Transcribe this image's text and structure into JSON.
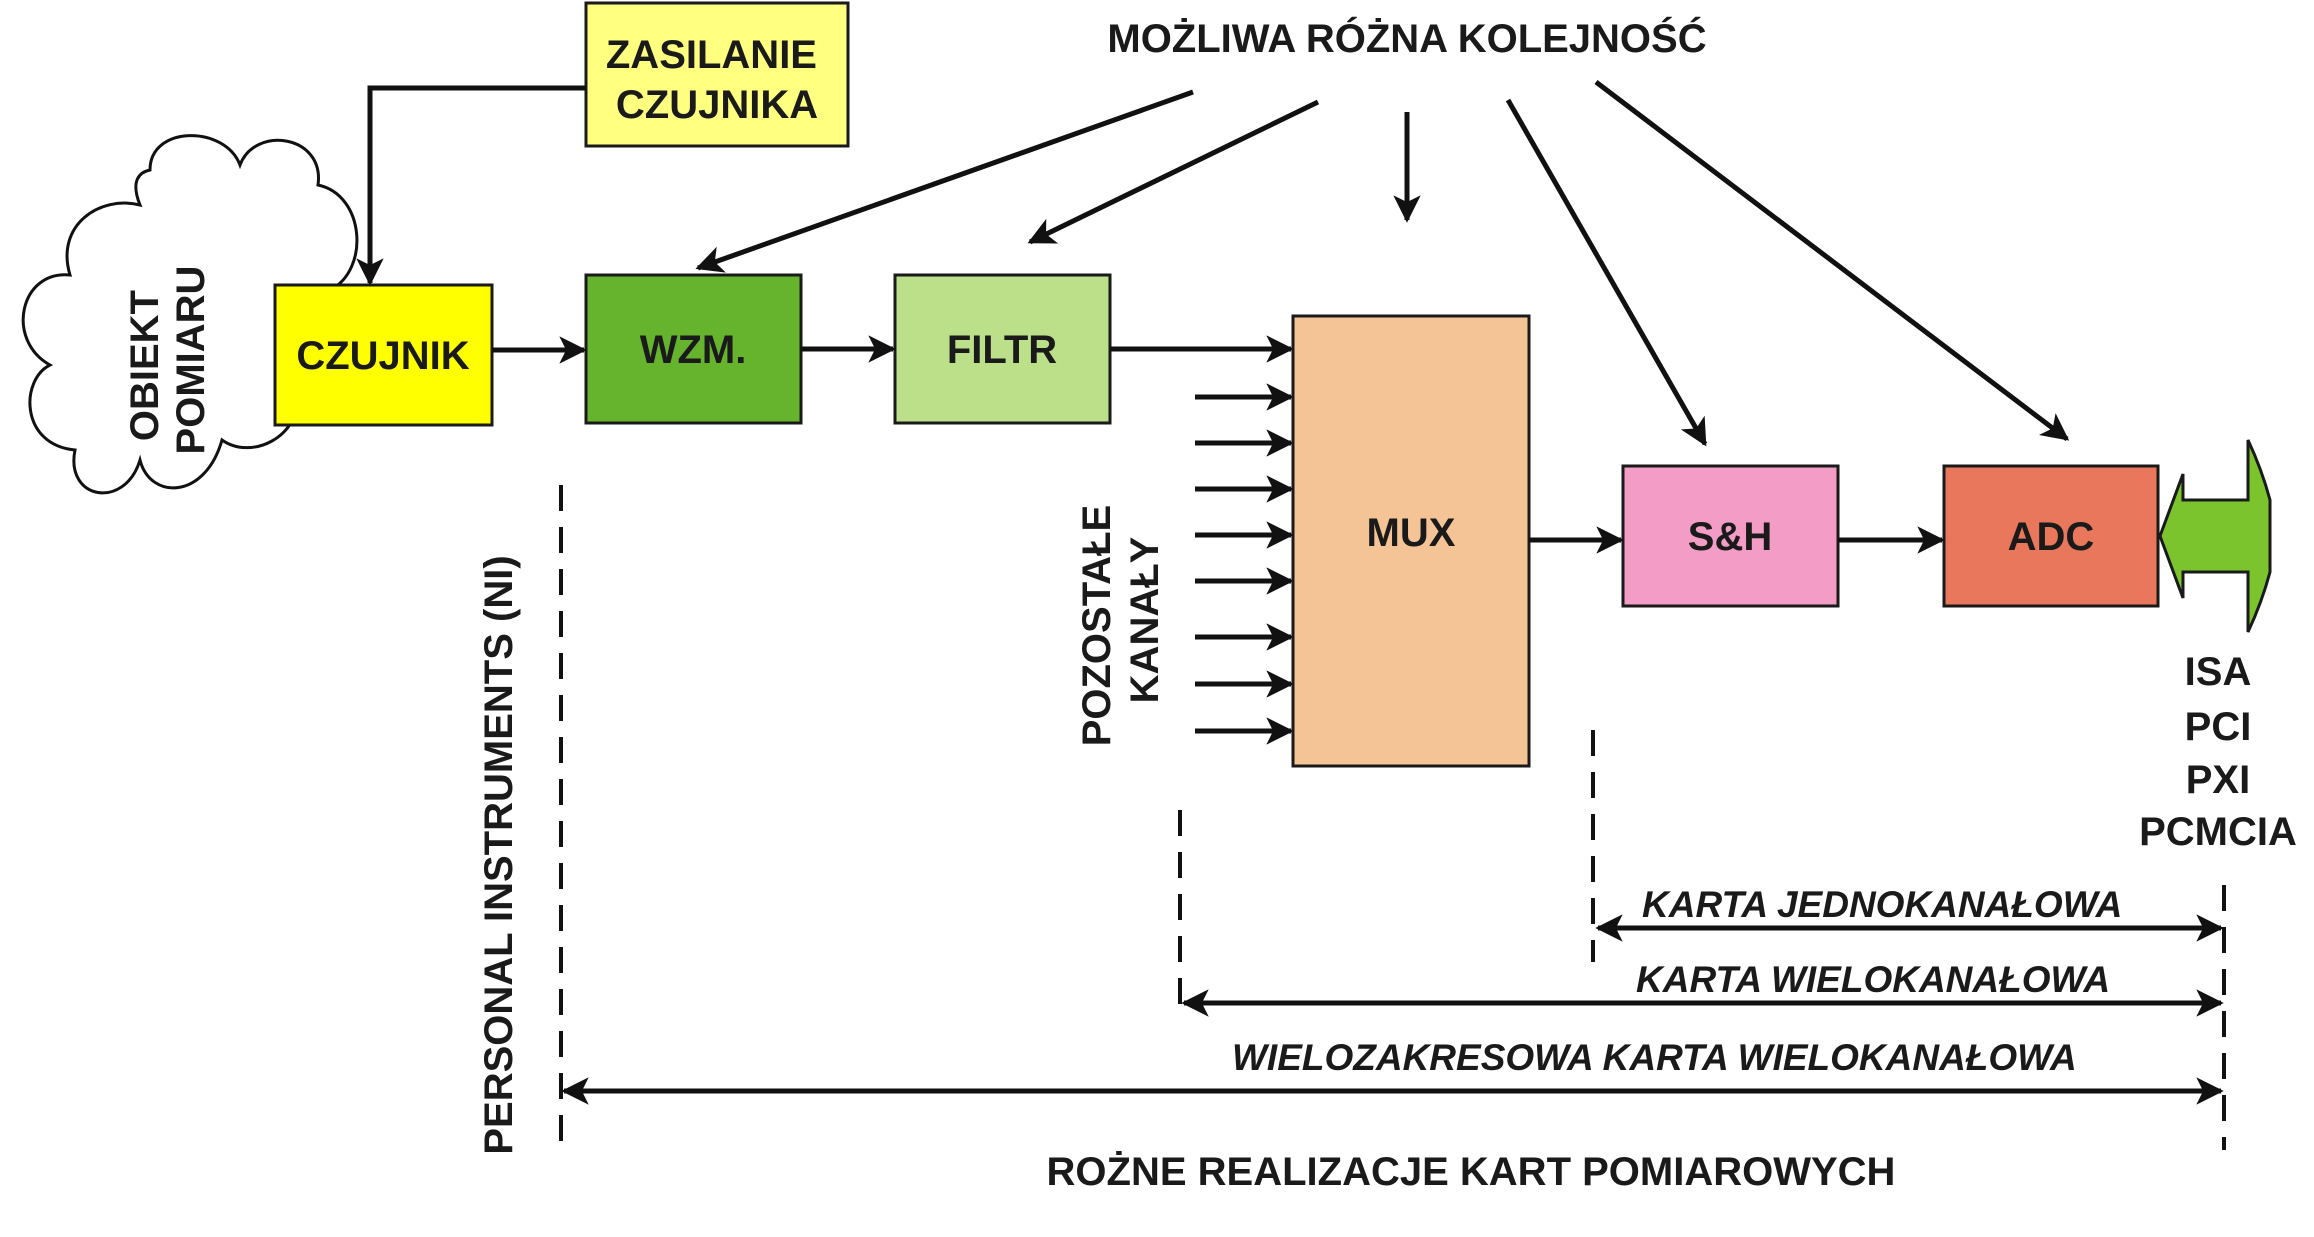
{
  "colors": {
    "czujnik": "#ffff00",
    "zasilanie": "#ffff80",
    "wzm": "#66b32e",
    "filtr": "#bcdf8a",
    "mux": "#f5c496",
    "sh": "#f29cc6",
    "adc": "#e8775c",
    "bus_arrow": "#7cc42e"
  },
  "labels": {
    "obiekt_pomiaru": [
      "OBIEKT",
      "POMIARU"
    ],
    "zasilanie_czujnika": [
      "ZASILANIE",
      "CZUJNIKA"
    ],
    "czujnik": "CZUJNIK",
    "wzm": "WZM.",
    "filtr": "FILTR",
    "mux": "MUX",
    "sh": "S&H",
    "adc": "ADC",
    "mozliwa_kolejnosc": "MOŻLIWA RÓŻNA KOLEJNOŚĆ",
    "pozostale_kanaly": [
      "POZOSTAŁE",
      "KANAŁY"
    ],
    "personal_instruments": "PERSONAL INSTRUMENTS (NI)",
    "buses": [
      "ISA",
      "PCI",
      "PXI",
      "PCMCIA"
    ],
    "karta_jednokanalowa": "KARTA JEDNOKANAŁOWA",
    "karta_wielokanalowa": "KARTA WIELOKANAŁOWA",
    "wielozakresowa": "WIELOZAKRESOWA KARTA WIELOKANAŁOWA",
    "rozne_realizacje": "ROŻNE REALIZACJE KART POMIAROWYCH"
  }
}
